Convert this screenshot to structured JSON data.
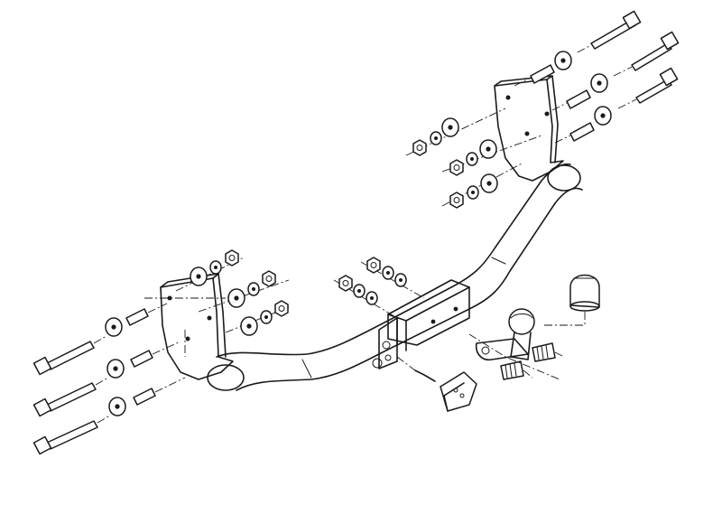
{
  "diagram": {
    "style": "exploded isometric line drawing",
    "colors": {
      "line": "#1a1a1a",
      "background": "#ffffff"
    },
    "parts": [
      "crossbar-tube",
      "left-mounting-bracket",
      "right-mounting-bracket",
      "center-receiver-block",
      "tow-ball",
      "tow-ball-cover-cap",
      "electrical-socket",
      "long-bolt",
      "spacer-sleeve",
      "washer",
      "nut"
    ]
  }
}
